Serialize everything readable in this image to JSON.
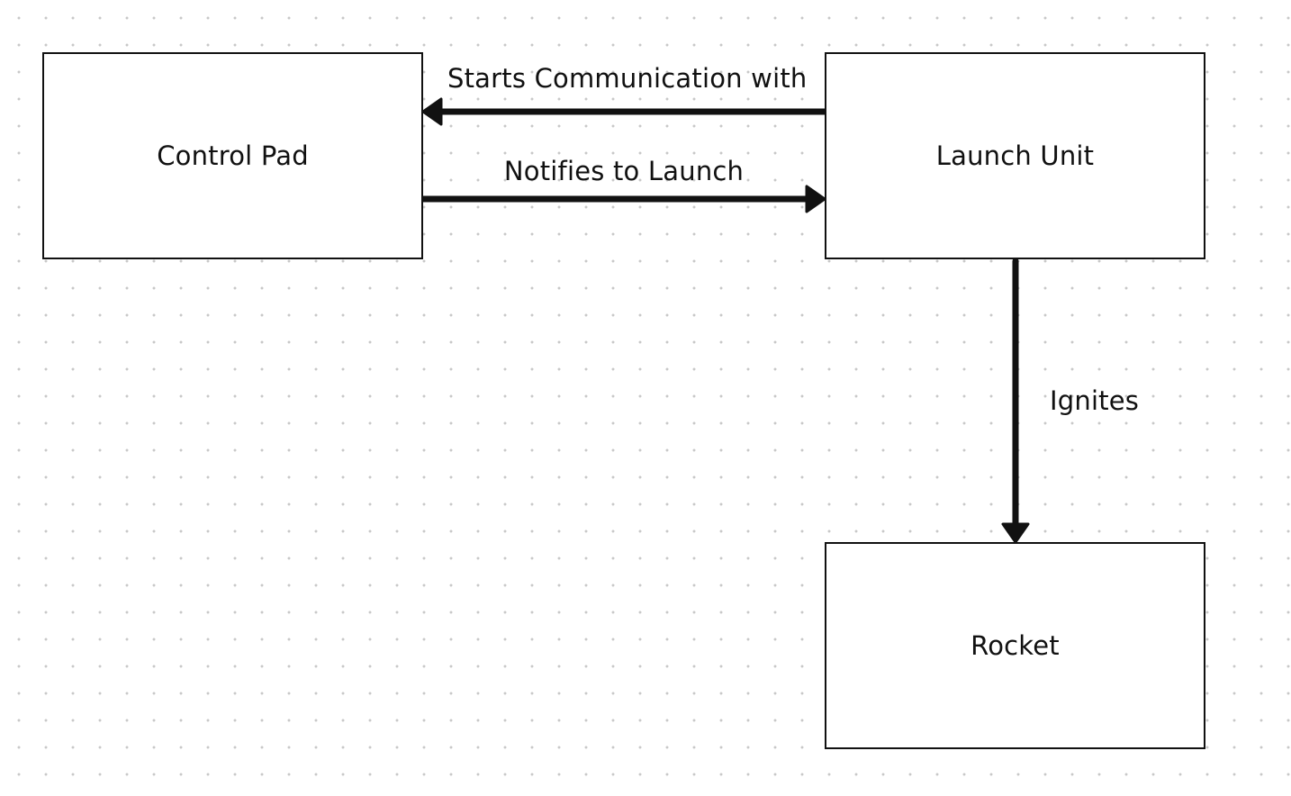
{
  "diagram": {
    "nodes": {
      "control_pad": "Control Pad",
      "launch_unit": "Launch Unit",
      "rocket": "Rocket"
    },
    "edges": {
      "starts_communication": {
        "from": "Launch Unit",
        "to": "Control Pad",
        "label": "Starts Communication with"
      },
      "notifies_to_launch": {
        "from": "Control Pad",
        "to": "Launch Unit",
        "label": "Notifies to Launch"
      },
      "ignites": {
        "from": "Launch Unit",
        "to": "Rocket",
        "label": "Ignites"
      }
    }
  }
}
